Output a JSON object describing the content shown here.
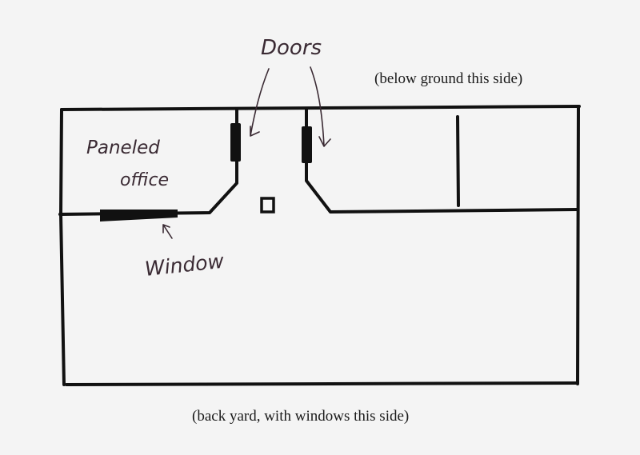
{
  "labels": {
    "doors": "Doors",
    "top_side": "(below ground this side)",
    "room_line1": "Paneled",
    "room_line2": "office",
    "window": "Window",
    "bottom_side": "(back yard, with windows this side)"
  }
}
